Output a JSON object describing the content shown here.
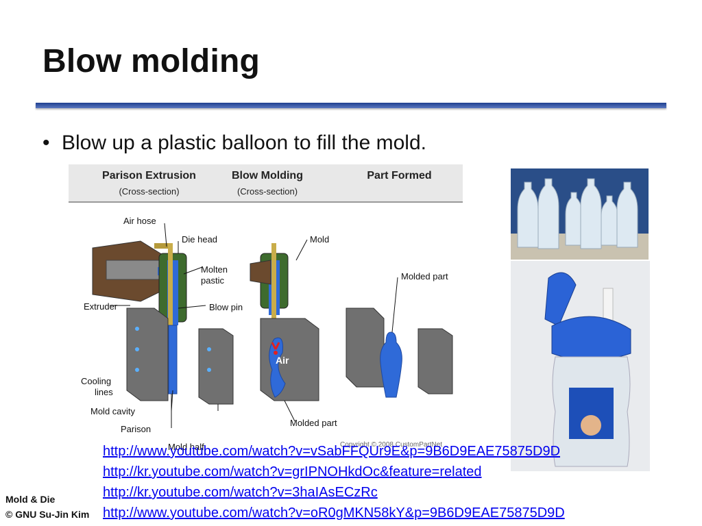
{
  "slide": {
    "title": "Blow molding",
    "bullet": "Blow up a plastic balloon to fill the mold."
  },
  "diagram": {
    "headers": [
      {
        "title": "Parison Extrusion",
        "sub": "(Cross-section)"
      },
      {
        "title": "Blow Molding",
        "sub": "(Cross-section)"
      },
      {
        "title": "Part Formed",
        "sub": ""
      }
    ],
    "labels": {
      "air_hose": "Air hose",
      "die_head": "Die head",
      "molten_plastic_1": "Molten",
      "molten_plastic_2": "pastic",
      "extruder": "Extruder",
      "blow_pin": "Blow pin",
      "mold": "Mold",
      "molded_part_right": "Molded part",
      "cooling_lines_1": "Cooling",
      "cooling_lines_2": "lines",
      "mold_cavity": "Mold cavity",
      "parison": "Parison",
      "mold_half": "Mold half",
      "molded_part_bottom": "Molded part",
      "air": "Air",
      "copyright": "Copyright © 2008 CustomPartNet"
    }
  },
  "links": [
    "http://www.youtube.com/watch?v=vSabFFQUr9E&p=9B6D9EAE75875D9D",
    "http://kr.youtube.com/watch?v=grIPNOHkdOc&feature=related",
    "http://kr.youtube.com/watch?v=3haIAsECzRc",
    "http://www.youtube.com/watch?v=oR0gMKN58kY&p=9B6D9EAE75875D9D"
  ],
  "footer": {
    "line1": "Mold & Die",
    "line2": "© GNU Su-Jin Kim"
  }
}
